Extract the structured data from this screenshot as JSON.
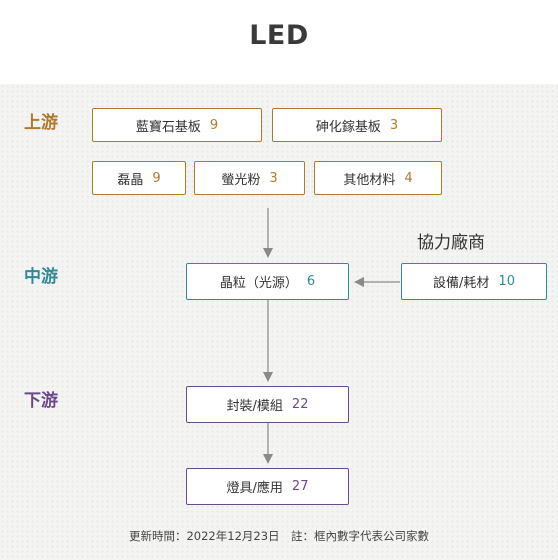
{
  "title": "LED",
  "colors": {
    "upstream": "#b07a2e",
    "midstream": "#2f8a96",
    "downstream": "#6a4a8a",
    "arrow": "#8a8a8a"
  },
  "stages": {
    "upstream": "上游",
    "midstream": "中游",
    "downstream": "下游"
  },
  "upstream": [
    {
      "label": "藍寶石基板",
      "count": "9"
    },
    {
      "label": "砷化鎵基板",
      "count": "3"
    },
    {
      "label": "磊晶",
      "count": "9"
    },
    {
      "label": "螢光粉",
      "count": "3"
    },
    {
      "label": "其他材料",
      "count": "4"
    }
  ],
  "midstream": [
    {
      "label": "晶粒（光源）",
      "count": "6"
    }
  ],
  "partners": {
    "heading": "協力廠商",
    "items": [
      {
        "label": "設備/耗材",
        "count": "10"
      }
    ]
  },
  "downstream": [
    {
      "label": "封裝/模組",
      "count": "22"
    },
    {
      "label": "燈具/應用",
      "count": "27"
    }
  ],
  "footer": "更新時間：2022年12月23日　註：框內數字代表公司家數"
}
